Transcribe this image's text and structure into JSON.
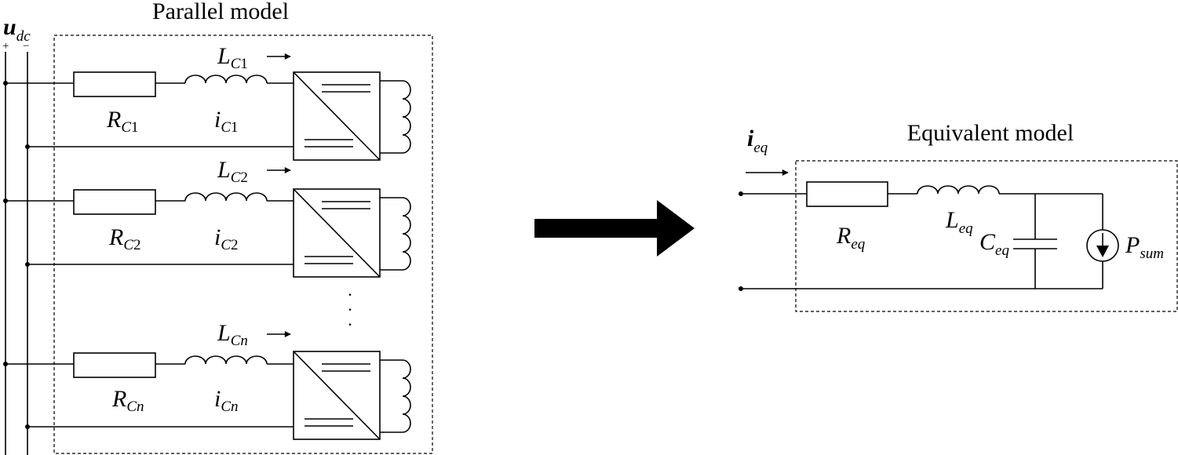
{
  "parallel": {
    "title": "Parallel model",
    "voltage": {
      "main": "u",
      "sub": "dc",
      "plus": "+",
      "minus": "−"
    },
    "branches": [
      {
        "r_main": "R",
        "r_sub_letter": "C",
        "r_sub_index": "1",
        "l_main": "L",
        "l_sub_letter": "C",
        "l_sub_index": "1",
        "i_main": "i",
        "i_sub_letter": "C",
        "i_sub_index": "1"
      },
      {
        "r_main": "R",
        "r_sub_letter": "C",
        "r_sub_index": "2",
        "l_main": "L",
        "l_sub_letter": "C",
        "l_sub_index": "2",
        "i_main": "i",
        "i_sub_letter": "C",
        "i_sub_index": "2"
      },
      {
        "r_main": "R",
        "r_sub_letter": "C",
        "r_sub_index": "n",
        "l_main": "L",
        "l_sub_letter": "C",
        "l_sub_index": "n",
        "i_main": "i",
        "i_sub_letter": "C",
        "i_sub_index": "n"
      }
    ],
    "ellipsis": [
      "·",
      "·",
      "·"
    ]
  },
  "equivalent": {
    "title": "Equivalent model",
    "current": {
      "main": "i",
      "sub": "eq"
    },
    "resistor": {
      "main": "R",
      "sub": "eq"
    },
    "inductor": {
      "main": "L",
      "sub": "eq"
    },
    "capacitor": {
      "main": "C",
      "sub": "eq"
    },
    "source": {
      "main": "P",
      "sub": "sum"
    }
  },
  "icons": {
    "transform_arrow": "right-arrow-icon",
    "converter": "dc-ac-converter-icon"
  }
}
